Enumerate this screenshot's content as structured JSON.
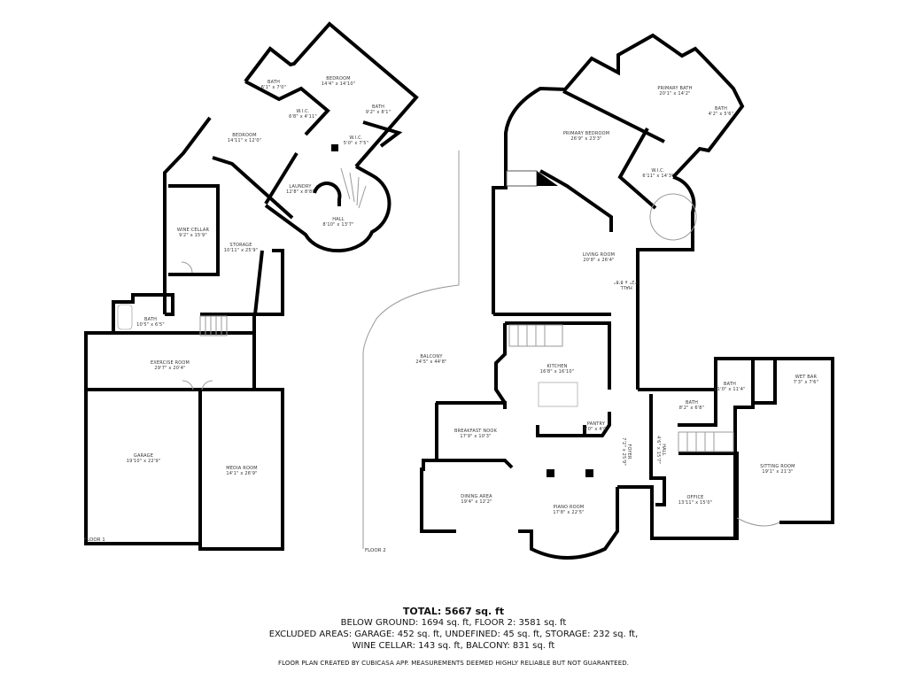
{
  "floor1": {
    "label": "FLOOR 1",
    "rooms": [
      {
        "name": "BEDROOM",
        "dims": "14'4\" x 14'10\""
      },
      {
        "name": "BATH",
        "dims": "6'1\" x 7'0\""
      },
      {
        "name": "W.I.C.",
        "dims": "6'8\" x 4'11\""
      },
      {
        "name": "BATH",
        "dims": "9'2\" x 8'1\""
      },
      {
        "name": "BEDROOM",
        "dims": "14'11\" x 12'0\""
      },
      {
        "name": "W.I.C.",
        "dims": "5'0\" x 7'5\""
      },
      {
        "name": "LAUNDRY",
        "dims": "12'8\" x 8'8\""
      },
      {
        "name": "HALL",
        "dims": "8'10\" x 13'7\""
      },
      {
        "name": "WINE CELLAR",
        "dims": "9'2\" x 15'9\""
      },
      {
        "name": "STORAGE",
        "dims": "10'11\" x 25'9\""
      },
      {
        "name": "BATH",
        "dims": "10'5\" x 6'5\""
      },
      {
        "name": "EXERCISE ROOM",
        "dims": "29'7\" x 20'4\""
      },
      {
        "name": "GARAGE",
        "dims": "19'10\" x 22'9\""
      },
      {
        "name": "MEDIA ROOM",
        "dims": "14'1\" x 26'9\""
      }
    ]
  },
  "floor2": {
    "label": "FLOOR 2",
    "rooms": [
      {
        "name": "PRIMARY BATH",
        "dims": "20'1\" x 14'2\""
      },
      {
        "name": "BATH",
        "dims": "4'2\" x 5'6\""
      },
      {
        "name": "PRIMARY BEDROOM",
        "dims": "26'9\" x 23'3\""
      },
      {
        "name": "W.I.C.",
        "dims": "6'11\" x 14'3\""
      },
      {
        "name": "LIVING ROOM",
        "dims": "20'8\" x 26'4\""
      },
      {
        "name": "HALL",
        "dims": "3'2\" x 8'8\""
      },
      {
        "name": "BALCONY",
        "dims": "24'5\" x 44'8\""
      },
      {
        "name": "KITCHEN",
        "dims": "16'8\" x 16'10\""
      },
      {
        "name": "BREAKFAST NOOK",
        "dims": "17'9\" x 10'3\""
      },
      {
        "name": "PANTRY",
        "dims": "4'0\" x 4'0\""
      },
      {
        "name": "FOYER",
        "dims": "7'2\" x 25'9\""
      },
      {
        "name": "HALL",
        "dims": "4'6\" x 15'7\""
      },
      {
        "name": "DINING AREA",
        "dims": "19'4\" x 12'2\""
      },
      {
        "name": "PIANO ROOM",
        "dims": "17'8\" x 22'5\""
      },
      {
        "name": "BATH",
        "dims": "11'0\" x 11'4\""
      },
      {
        "name": "WET BAR",
        "dims": "7'3\" x 7'6\""
      },
      {
        "name": "BATH",
        "dims": "8'2\" x 6'8\""
      },
      {
        "name": "SITTING ROOM",
        "dims": "19'1\" x 21'3\""
      },
      {
        "name": "OFFICE",
        "dims": "13'11\" x 15'0\""
      }
    ]
  },
  "summary": {
    "total": "TOTAL: 5667 sq. ft",
    "line1": "BELOW GROUND: 1694 sq. ft, FLOOR 2: 3581 sq. ft",
    "line2": "EXCLUDED AREAS: GARAGE: 452 sq. ft, UNDEFINED: 45 sq. ft, STORAGE: 232 sq. ft,",
    "line3": "WINE CELLAR: 143 sq. ft, BALCONY: 831 sq. ft",
    "disclaimer": "FLOOR PLAN CREATED BY CUBICASA APP. MEASUREMENTS DEEMED HIGHLY RELIABLE BUT NOT GUARANTEED."
  }
}
